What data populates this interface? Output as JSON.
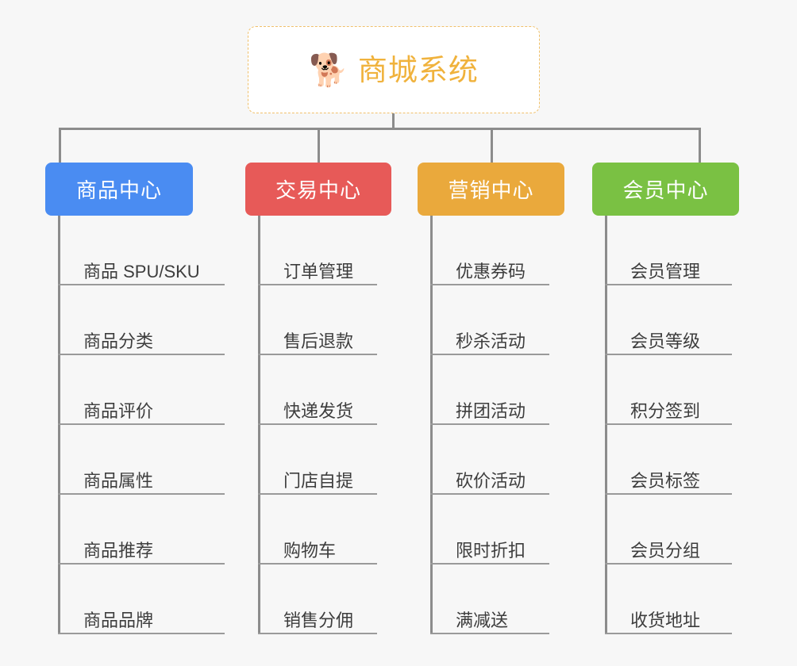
{
  "page": {
    "background_color": "#f7f7f7",
    "type": "mindmap-tree"
  },
  "root": {
    "icon": "shiba-dog-face-emoji",
    "icon_glyph": "🐕",
    "title": "商城系统",
    "title_color": "#f0b23c",
    "border_color": "#f0c06a",
    "background_color": "#ffffff"
  },
  "connector": {
    "color": "#8c8c8c"
  },
  "columns": [
    {
      "id": "product-center",
      "title": "商品中心",
      "color": "#4a8cf2",
      "items": [
        "商品 SPU/SKU",
        "商品分类",
        "商品评价",
        "商品属性",
        "商品推荐",
        "商品品牌"
      ]
    },
    {
      "id": "trade-center",
      "title": "交易中心",
      "color": "#e75a58",
      "items": [
        "订单管理",
        "售后退款",
        "快递发货",
        "门店自提",
        "购物车",
        "销售分佣"
      ]
    },
    {
      "id": "marketing-center",
      "title": "营销中心",
      "color": "#eaa93c",
      "items": [
        "优惠券码",
        "秒杀活动",
        "拼团活动",
        "砍价活动",
        "限时折扣",
        "满减送"
      ]
    },
    {
      "id": "member-center",
      "title": "会员中心",
      "color": "#7ac143",
      "items": [
        "会员管理",
        "会员等级",
        "积分签到",
        "会员标签",
        "会员分组",
        "收货地址"
      ]
    }
  ]
}
